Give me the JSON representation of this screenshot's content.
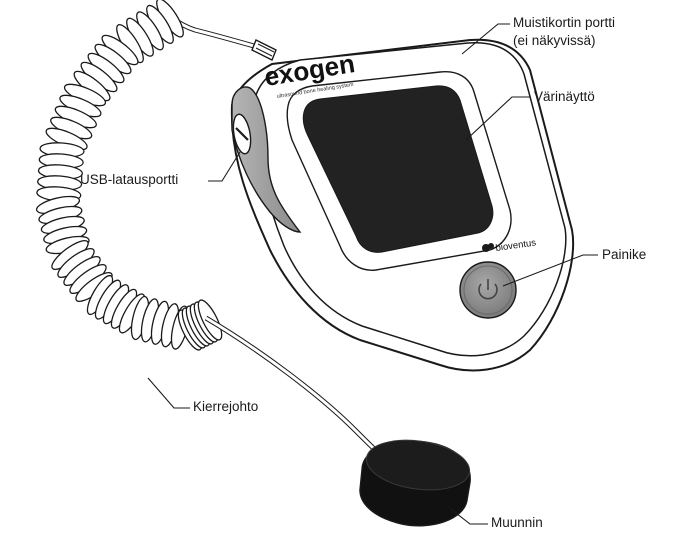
{
  "device": {
    "brand": "exogen",
    "tagline": "ultrasound bone healing system",
    "maker": "bioventus"
  },
  "labels": {
    "memory_card_port_line1": "Muistikortin portti",
    "memory_card_port_line2": "(ei näkyvissä)",
    "color_display": "Värinäyttö",
    "usb_charging_port": "USB-latausportti",
    "button": "Painike",
    "coiled_cable": "Kierrejohto",
    "transducer": "Muunnin"
  },
  "colors": {
    "outline": "#1a1a1a",
    "screen": "#222222",
    "button_fill": "#8a8a8a",
    "side_grip": "#9a9a9a",
    "transducer": "#111111"
  },
  "icons": {
    "power": "power-icon",
    "bioventus": "bioventus-logo-icon"
  }
}
